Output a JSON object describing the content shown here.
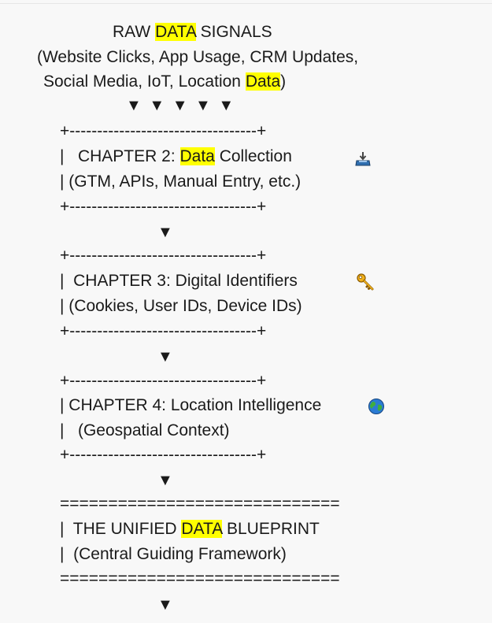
{
  "header": {
    "line1": {
      "pre": "RAW ",
      "hl": "DATA",
      "post": " SIGNALS"
    },
    "line2": "(Website Clicks, App Usage, CRM Updates,",
    "line3": {
      "pre": "Social Media, IoT, Location ",
      "hl": "Data",
      "post": ")"
    },
    "arrows": "▼ ▼ ▼ ▼ ▼"
  },
  "border_line": "+----------------------------------+",
  "double_line": "=============================",
  "connector": "▼",
  "chapter2": {
    "title": {
      "pre": "|   CHAPTER 2: ",
      "hl": "Data",
      "post": " Collection"
    },
    "sub": "| (GTM, APIs, Manual Entry, etc.)",
    "icon": "inbox-tray-icon"
  },
  "chapter3": {
    "title": "|  CHAPTER 3: Digital Identifiers",
    "sub": "| (Cookies, User IDs, Device IDs)",
    "icon": "key-icon"
  },
  "chapter4": {
    "title": "| CHAPTER 4: Location Intelligence",
    "sub": "|   (Geospatial Context)",
    "icon": "globe-icon"
  },
  "blueprint": {
    "title": {
      "pre": "|  THE UNIFIED ",
      "hl": "DATA",
      "post": " BLUEPRINT"
    },
    "sub": "|  (Central Guiding Framework)"
  }
}
